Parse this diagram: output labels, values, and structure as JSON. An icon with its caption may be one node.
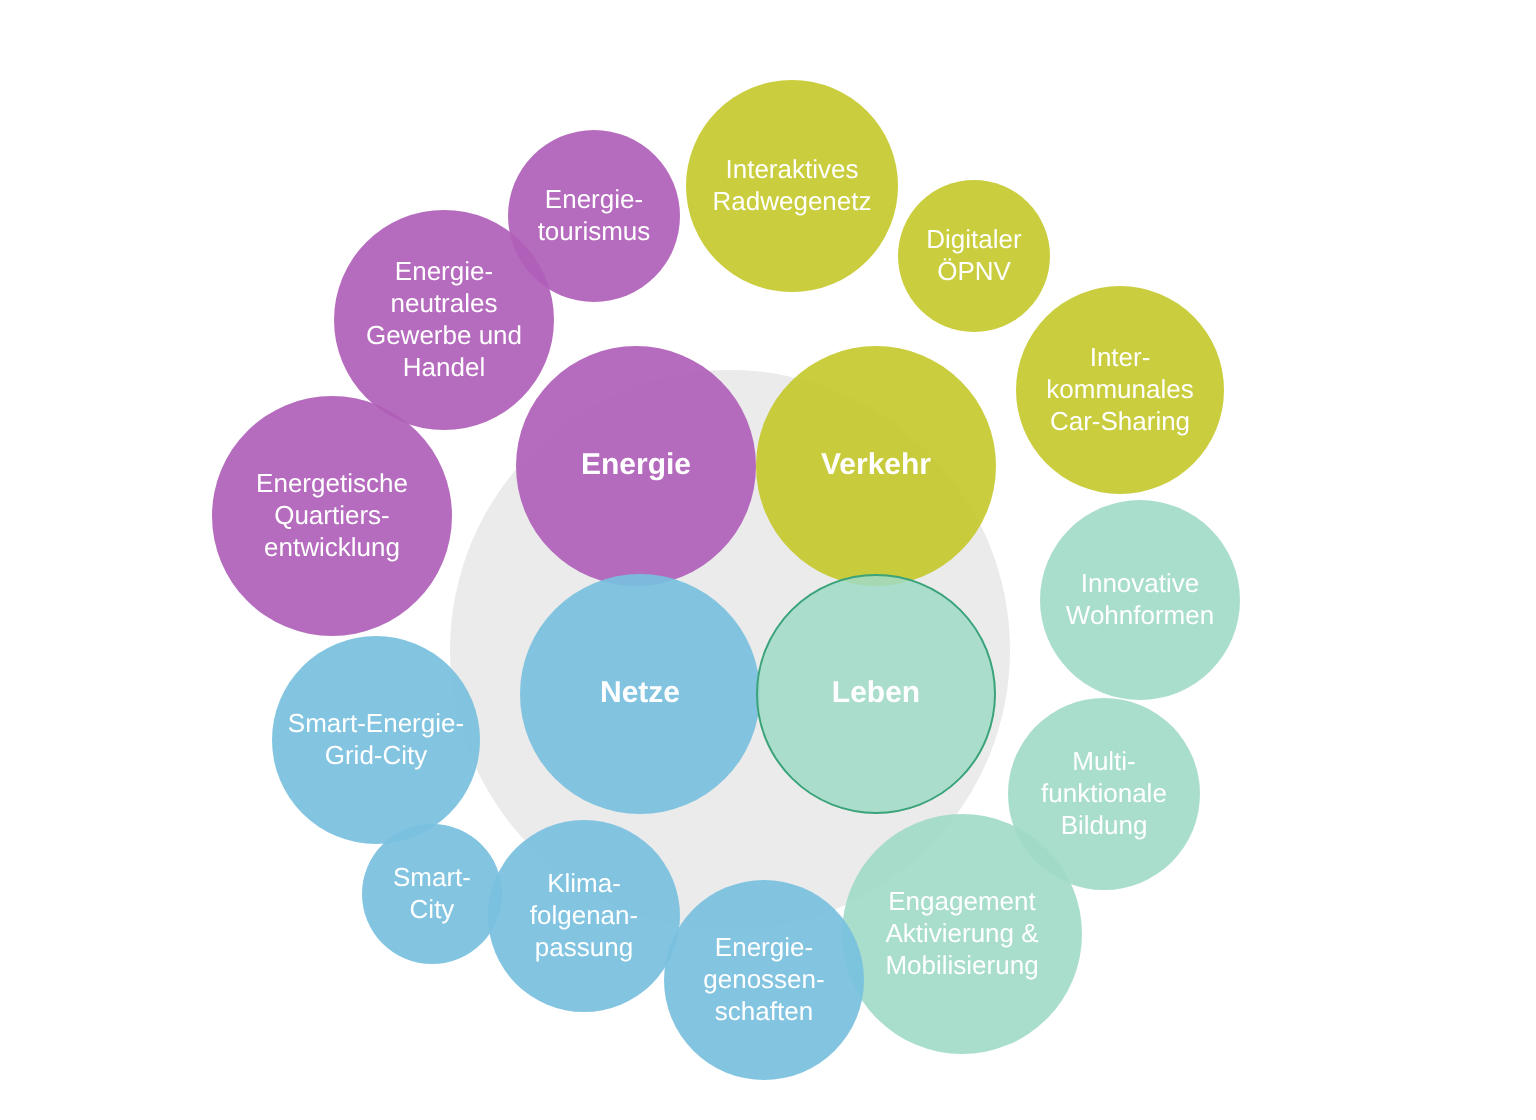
{
  "diagram": {
    "nodes": [
      {
        "text": [],
        "shape": "circle"
      },
      {
        "text": [
          "Energie"
        ],
        "in": 0
      },
      {
        "text": [
          "Verkehr"
        ],
        "in": 0
      },
      {
        "text": [
          "Netze"
        ],
        "in": 0
      },
      {
        "text": [
          "Leben"
        ],
        "in": 0
      },
      {
        "text": [
          "Interaktives Radwegenetz"
        ]
      },
      {
        "text": [
          "Energie-tourismus"
        ]
      },
      {
        "text": [
          "Digitaler ÖPNV"
        ]
      },
      {
        "text": [
          "Energie-neutrales Gewerbe und Handel"
        ]
      },
      {
        "text": [
          "Inter-kommunales Car-Sharing"
        ]
      },
      {
        "text": [
          "Energetische Quartiers-entwicklung"
        ]
      },
      {
        "text": [
          "Innovative Wohnformen"
        ]
      },
      {
        "text": [
          "Smart-Energie-Grid-City"
        ]
      },
      {
        "text": [
          "Multi-funktionale Bildung"
        ]
      },
      {
        "text": [
          "Smart-City"
        ]
      },
      {
        "text": [
          "Klima-folgenan-passung"
        ]
      },
      {
        "text": [
          "Engagement Aktivierung & Mobilisierung"
        ]
      },
      {
        "text": [
          "Energie-genossen-schaften"
        ]
      }
    ],
    "edges": []
  }
}
